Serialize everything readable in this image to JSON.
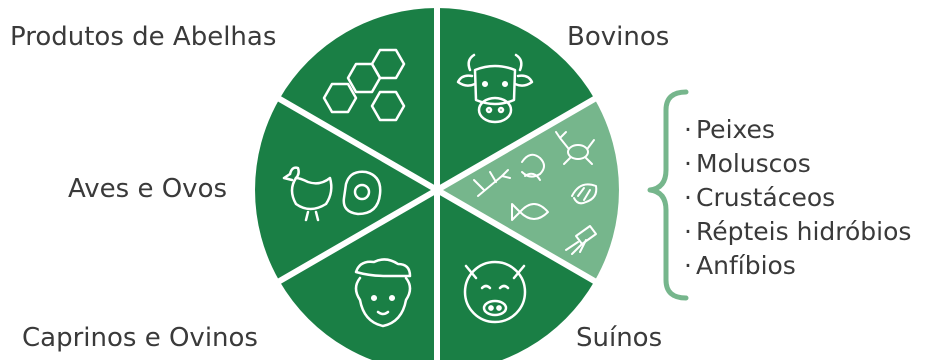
{
  "segments": {
    "top_left": "Produtos de Abelhas",
    "top_right": "Bovinos",
    "left": "Aves e Ovos",
    "bottom_left": "Caprinos e Ovinos",
    "bottom_right": "Suínos"
  },
  "aquatic_list": [
    "Peixes",
    "Moluscos",
    "Crustáceos",
    "Répteis hidróbios",
    "Anfíbios"
  ],
  "colors": {
    "dark_green": "#1a7f45",
    "light_green": "#76b68c",
    "text": "#3a3a3a"
  },
  "icons": [
    "honeycomb-icon",
    "cow-icon",
    "aquatic-animals-icon",
    "chicken-icon",
    "egg-icon",
    "sheep-icon",
    "pig-icon",
    "brace-icon"
  ]
}
